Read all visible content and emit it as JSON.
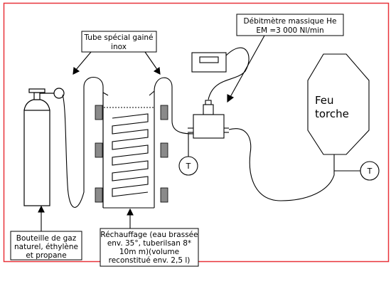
{
  "labels": {
    "tube_special": [
      "Tube spécial gainé",
      "inox"
    ],
    "flowmeter": [
      "Débitmètre massique He",
      "EM =3 000  Nl/min"
    ],
    "flare": [
      "Feu",
      "torche"
    ],
    "bottle": [
      "Bouteille de gaz",
      "naturel, éthylène",
      "et propane"
    ],
    "heating": [
      "Réchauffage (eau brassée",
      "env. 35°, tuberilsan 8*",
      "10m m)(volume",
      "reconstitué env. 2,5 l)"
    ],
    "temp_sensor_1": "T",
    "temp_sensor_2": "T"
  },
  "colors": {
    "frame": "#e8343a",
    "line": "#000000",
    "clamp": "#8a8a8a"
  }
}
